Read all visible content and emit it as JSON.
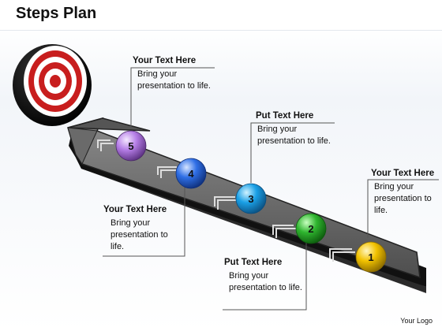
{
  "title": "Steps Plan",
  "logo": "Your Logo",
  "colors": {
    "step1": "#f2c200",
    "step2": "#2fb52f",
    "step3": "#1aa0e6",
    "step4": "#2f6fe6",
    "step5": "#b57ee6",
    "target_red": "#c81e1e",
    "arrow": "#666666"
  },
  "steps": [
    {
      "number": "1"
    },
    {
      "number": "2"
    },
    {
      "number": "3"
    },
    {
      "number": "4"
    },
    {
      "number": "5"
    }
  ],
  "callouts": {
    "step1": {
      "heading": "Your Text Here",
      "body": "Bring your presentation to life."
    },
    "step2": {
      "heading": "Put Text Here",
      "body": "Bring your presentation to life."
    },
    "step3": {
      "heading": "Put Text Here",
      "body": "Bring your presentation to life."
    },
    "step4": {
      "heading": "Your Text Here",
      "body": "Bring your presentation to life."
    },
    "step5": {
      "heading": "Your Text Here",
      "body": "Bring your presentation to life."
    }
  }
}
